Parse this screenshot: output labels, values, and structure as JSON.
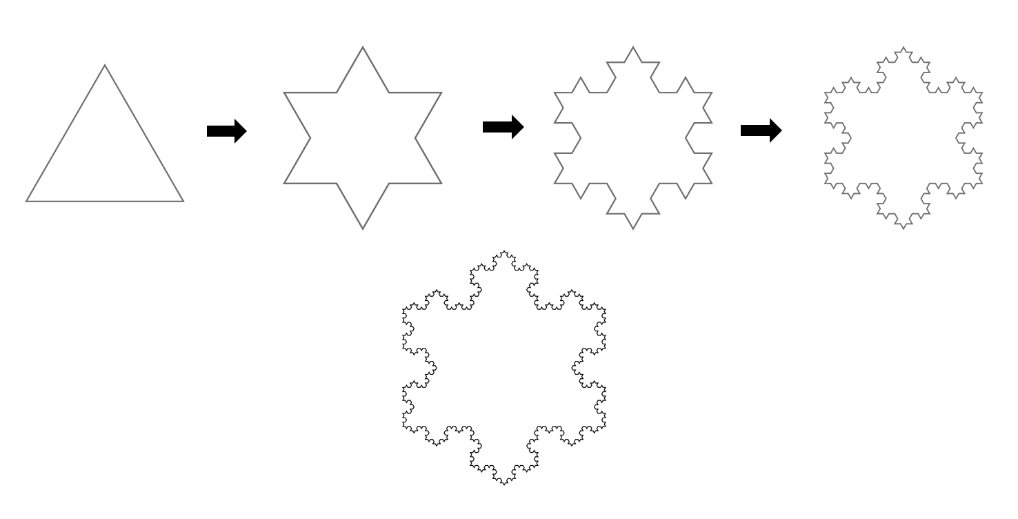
{
  "diagram": {
    "subject": "koch-snowflake-iterations",
    "iterations": [
      0,
      1,
      2,
      3,
      4
    ],
    "colors": {
      "early_stage_stroke": "#6e6e6e",
      "final_stage_stroke": "#000000",
      "arrow_fill": "#000000",
      "background": "#ffffff"
    },
    "icons": {
      "step_arrow": "right-arrow-icon"
    }
  }
}
